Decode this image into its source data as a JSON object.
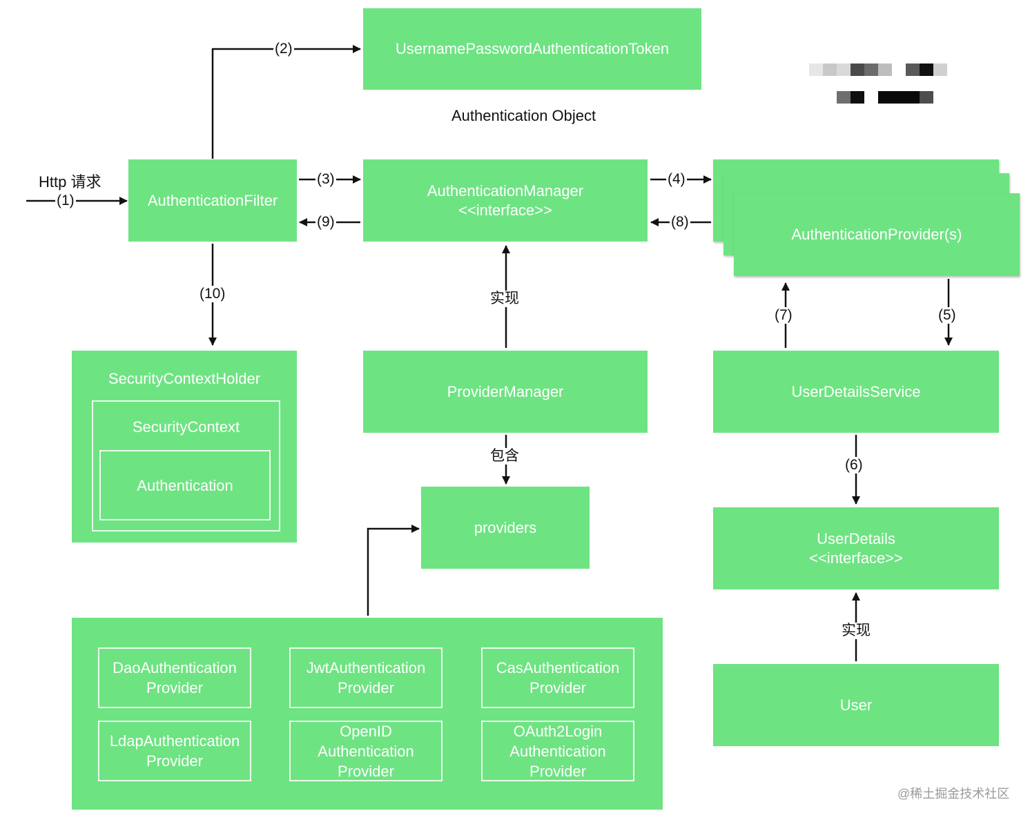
{
  "nodes": {
    "token": "UsernamePasswordAuthenticationToken",
    "authentication_object": "Authentication Object",
    "filter": "AuthenticationFilter",
    "manager": "AuthenticationManager\n<<interface>>",
    "providers_stack": "AuthenticationProvider(s)",
    "context_holder": "SecurityContextHolder",
    "security_context": "SecurityContext",
    "authentication": "Authentication",
    "provider_manager": "ProviderManager",
    "providers": "providers",
    "user_details_service": "UserDetailsService",
    "user_details": "UserDetails\n<<interface>>",
    "user": "User",
    "impls": [
      "DaoAuthentication\nProvider",
      "JwtAuthentication\nProvider",
      "CasAuthentication\nProvider",
      "LdapAuthentication\nProvider",
      "OpenID\nAuthentication\nProvider",
      "OAuth2Login\nAuthentication\nProvider"
    ]
  },
  "edges": {
    "http_request": "Http 请求",
    "step1": "(1)",
    "step2": "(2)",
    "step3": "(3)",
    "step4": "(4)",
    "step5": "(5)",
    "step6": "(6)",
    "step7": "(7)",
    "step8": "(8)",
    "step9": "(9)",
    "step10": "(10)",
    "implements_manager": "实现",
    "contains": "包含",
    "implements_user": "实现"
  },
  "watermark": "@稀土掘金技术社区",
  "colors": {
    "box_fill": "#6ee382",
    "box_text": "#ffffff",
    "arrow": "#111111",
    "label_text": "#111111"
  }
}
